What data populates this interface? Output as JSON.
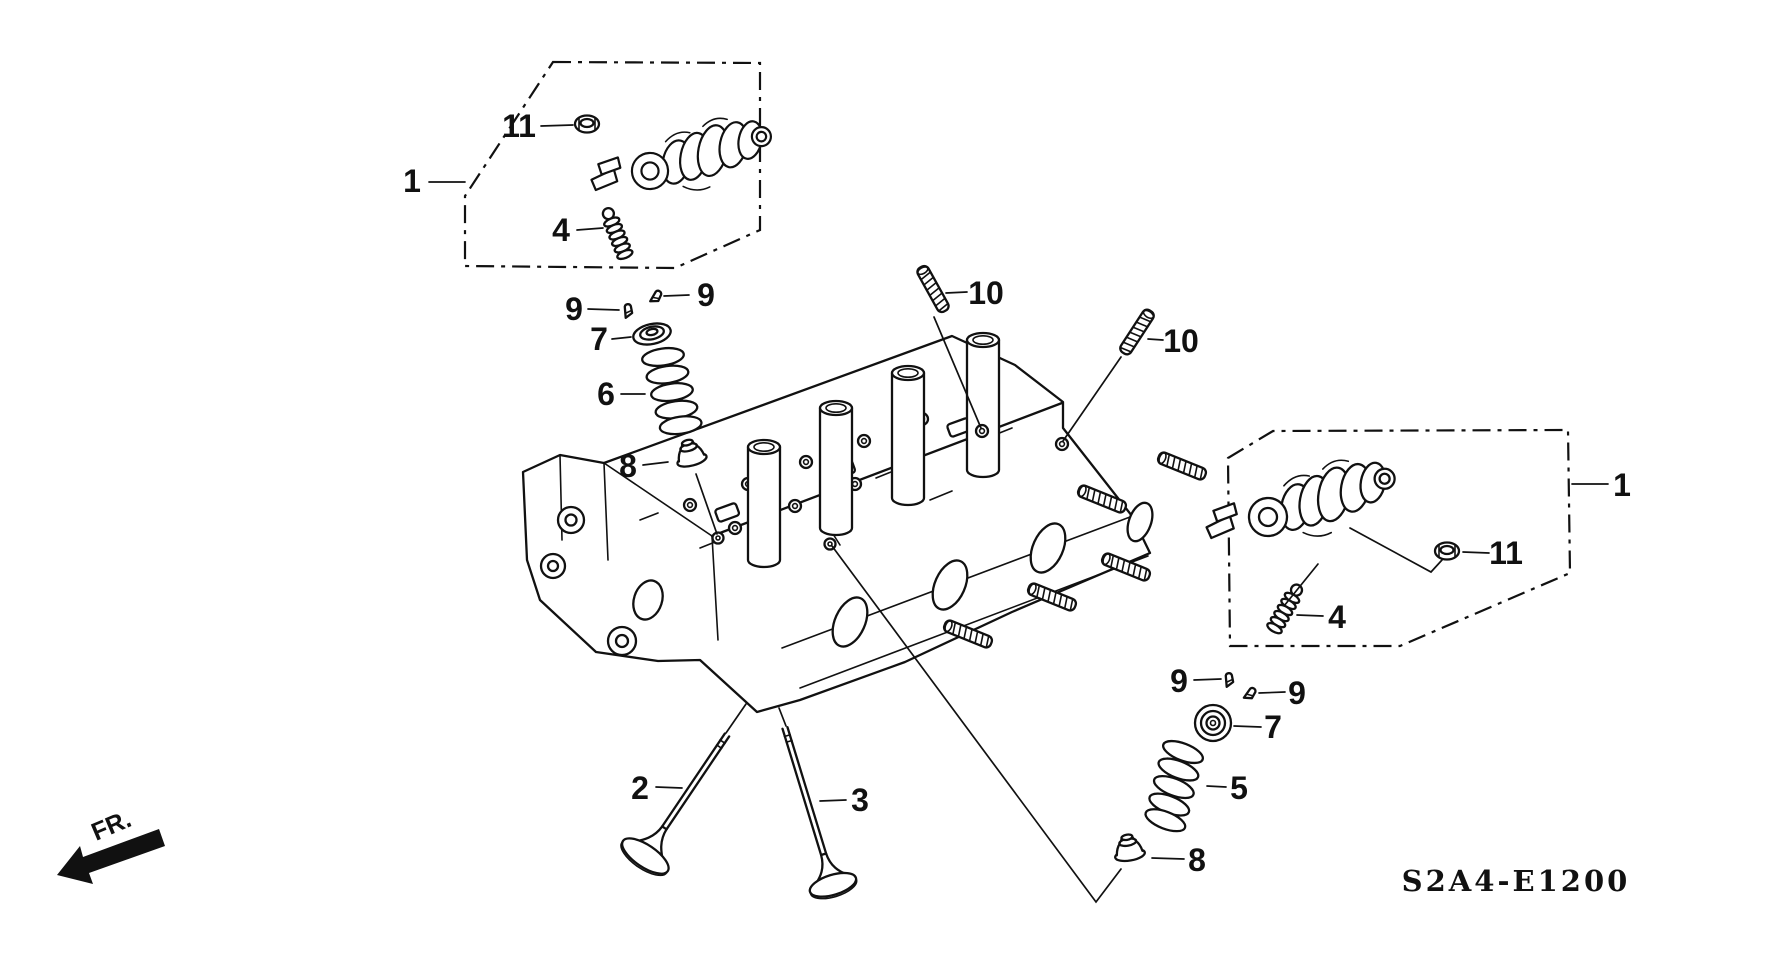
{
  "diagram": {
    "code": "S2A4-E1200",
    "fr_label": "FR.",
    "line_color": "#111111",
    "background": "#ffffff"
  },
  "callouts": [
    {
      "id": "1-left",
      "label": "1"
    },
    {
      "id": "11-left",
      "label": "11"
    },
    {
      "id": "4-left",
      "label": "4"
    },
    {
      "id": "9-left-a",
      "label": "9"
    },
    {
      "id": "9-left-b",
      "label": "9"
    },
    {
      "id": "7-left",
      "label": "7"
    },
    {
      "id": "6",
      "label": "6"
    },
    {
      "id": "8-left",
      "label": "8"
    },
    {
      "id": "10-a",
      "label": "10"
    },
    {
      "id": "10-b",
      "label": "10"
    },
    {
      "id": "1-right",
      "label": "1"
    },
    {
      "id": "11-right",
      "label": "11"
    },
    {
      "id": "4-right",
      "label": "4"
    },
    {
      "id": "9-right-a",
      "label": "9"
    },
    {
      "id": "9-right-b",
      "label": "9"
    },
    {
      "id": "7-right",
      "label": "7"
    },
    {
      "id": "5",
      "label": "5"
    },
    {
      "id": "8-right",
      "label": "8"
    },
    {
      "id": "2",
      "label": "2"
    },
    {
      "id": "3",
      "label": "3"
    }
  ]
}
